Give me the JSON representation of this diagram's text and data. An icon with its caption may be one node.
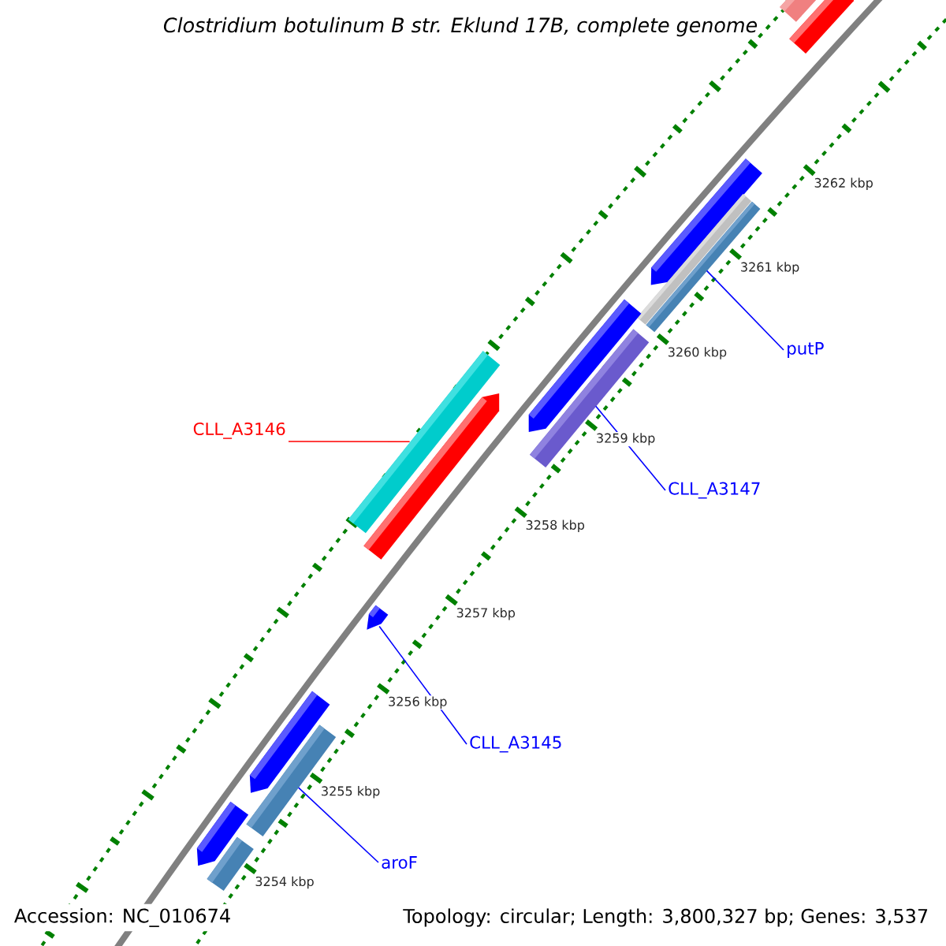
{
  "diagram": {
    "title": "Clostridium botulinum B str. Eklund 17B, complete genome",
    "nodes": [
      {
        "text": [
          "putP"
        ]
      },
      {
        "text": [
          "CLL_A3146"
        ]
      },
      {
        "text": [
          "CLL_A3147"
        ]
      },
      {
        "text": [
          "CLL_A3145"
        ]
      },
      {
        "text": [
          "aroF"
        ]
      },
      {
        "text": [],
        "shape": "bar"
      },
      {
        "text": [],
        "shape": "bar"
      },
      {
        "text": [],
        "shape": "bar"
      },
      {
        "text": [],
        "shape": "bar"
      },
      {
        "text": [],
        "shape": "bar"
      },
      {
        "text": [],
        "shape": "bar"
      },
      {
        "text": [],
        "shape": "bar"
      },
      {
        "text": [],
        "shape": "bar"
      },
      {
        "text": [],
        "shape": "bar"
      },
      {
        "text": [],
        "shape": "bar"
      },
      {
        "text": [],
        "shape": "bar"
      },
      {
        "text": [],
        "shape": "bar"
      },
      {
        "text": [],
        "shape": "bar"
      },
      {
        "text": [],
        "shape": "bar"
      }
    ],
    "edges": [
      {
        "from": 0,
        "to": 9,
        "arrow": "none"
      },
      {
        "from": 1,
        "to": 12,
        "arrow": "none",
        "color": "#ff0000"
      },
      {
        "from": 2,
        "to": 11,
        "arrow": "none"
      },
      {
        "from": 3,
        "to": 14,
        "arrow": "none"
      },
      {
        "from": 4,
        "to": 16,
        "arrow": "none"
      }
    ],
    "labels": [
      "3262 kbp",
      "3261 kbp",
      "3260 kbp",
      "3259 kbp",
      "3258 kbp",
      "3257 kbp",
      "3256 kbp",
      "3255 kbp",
      "3254 kbp",
      "Accession: NC_010674",
      "Topology: circular; Length: 3,800,327 bp; Genes: 3,537"
    ]
  }
}
